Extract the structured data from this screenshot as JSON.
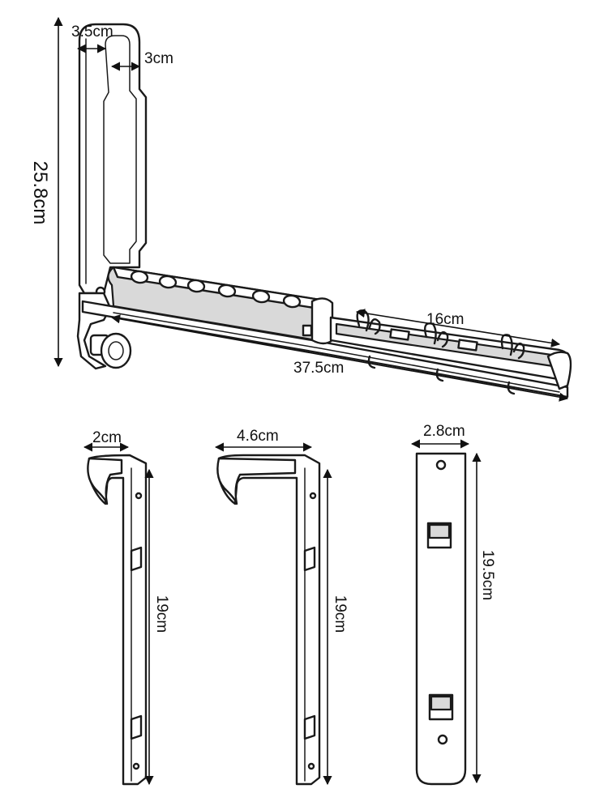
{
  "dimensions": {
    "arm_width": "3.5cm",
    "arm_inner": "3cm",
    "total_height": "25.8cm",
    "rail_length": "37.5cm",
    "extension": "16cm",
    "hook1_depth": "2cm",
    "hook1_length": "19cm",
    "hook2_depth": "4.6cm",
    "hook2_length": "19cm",
    "plate_width": "2.8cm",
    "plate_length": "19.5cm"
  },
  "colors": {
    "line": "#1a1a1a",
    "shade": "#d9d9d9",
    "background": "#ffffff"
  }
}
